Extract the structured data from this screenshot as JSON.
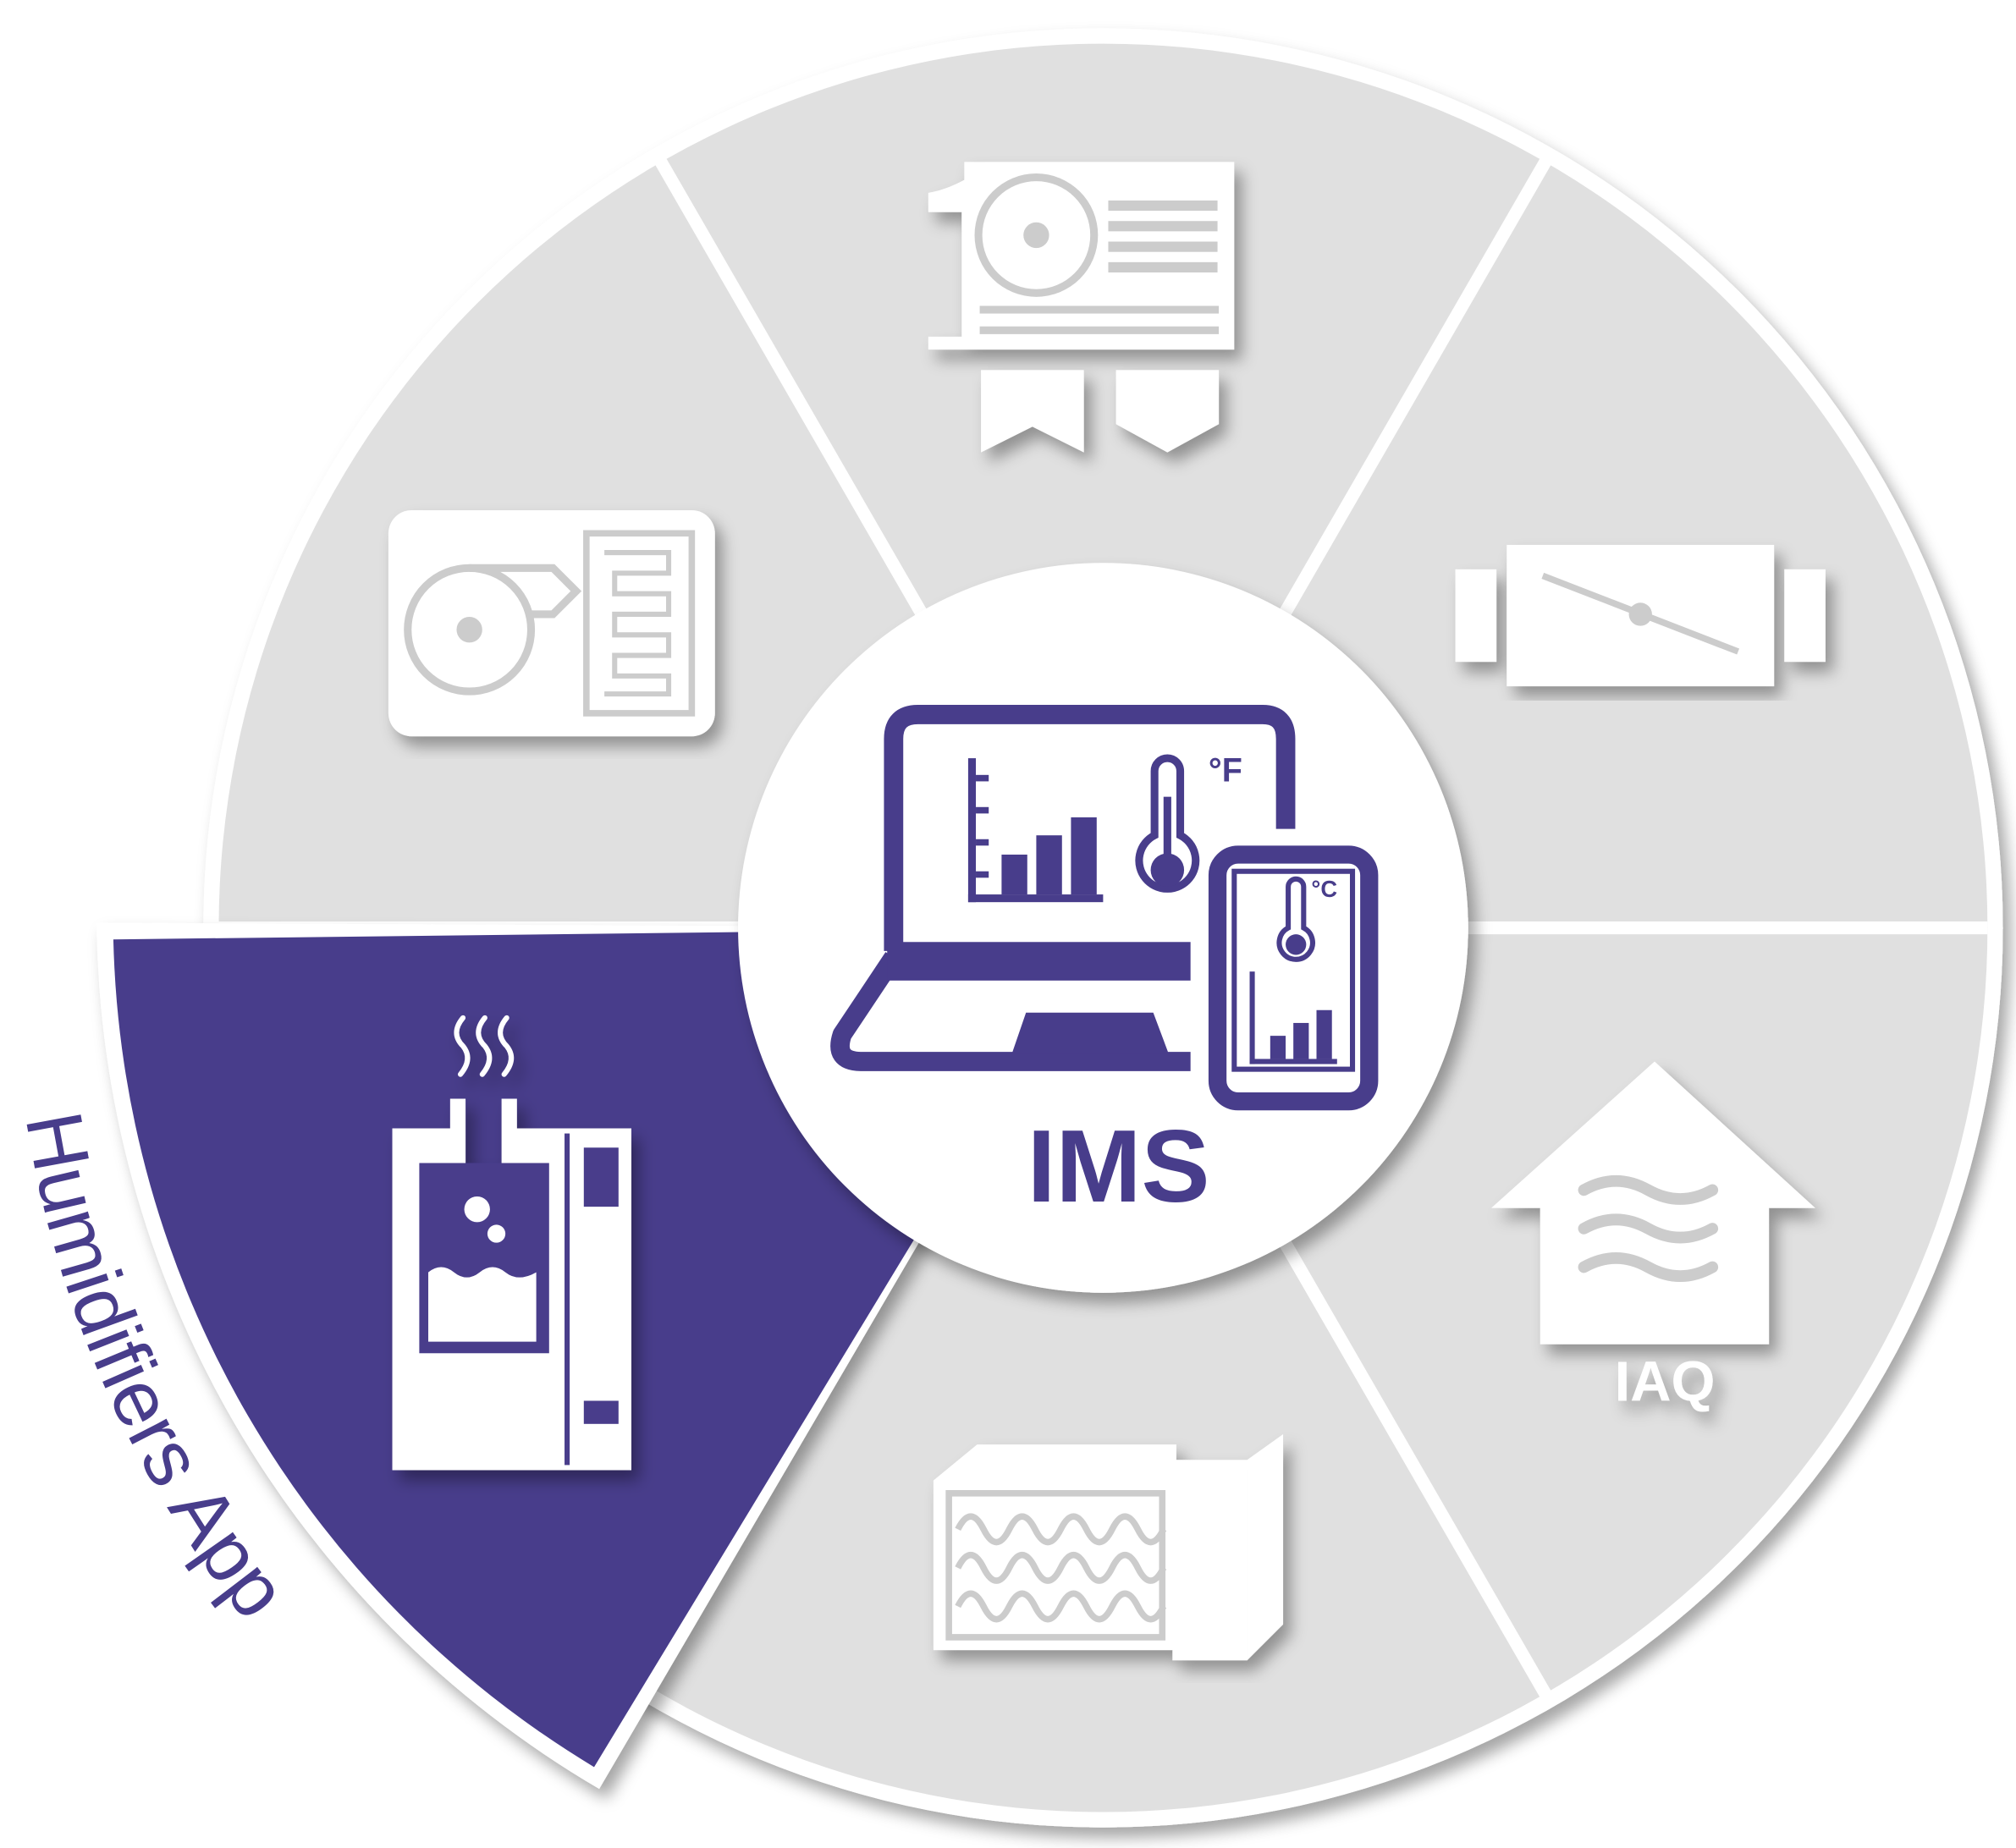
{
  "hub": {
    "title": "IMS",
    "unit_f": "°F",
    "unit_c": "°C"
  },
  "active_segment": {
    "label": "Humidifiers App"
  },
  "segments": [
    {
      "name": "heat-recovery-unit"
    },
    {
      "name": "air-handling-unit"
    },
    {
      "name": "damper"
    },
    {
      "name": "iaq",
      "label": "IAQ"
    },
    {
      "name": "filter-unit"
    },
    {
      "name": "humidifier"
    }
  ],
  "colors": {
    "accent": "#483d8b",
    "segment": "#e0e0e0",
    "divider": "#ffffff",
    "icon": "#ffffff"
  }
}
